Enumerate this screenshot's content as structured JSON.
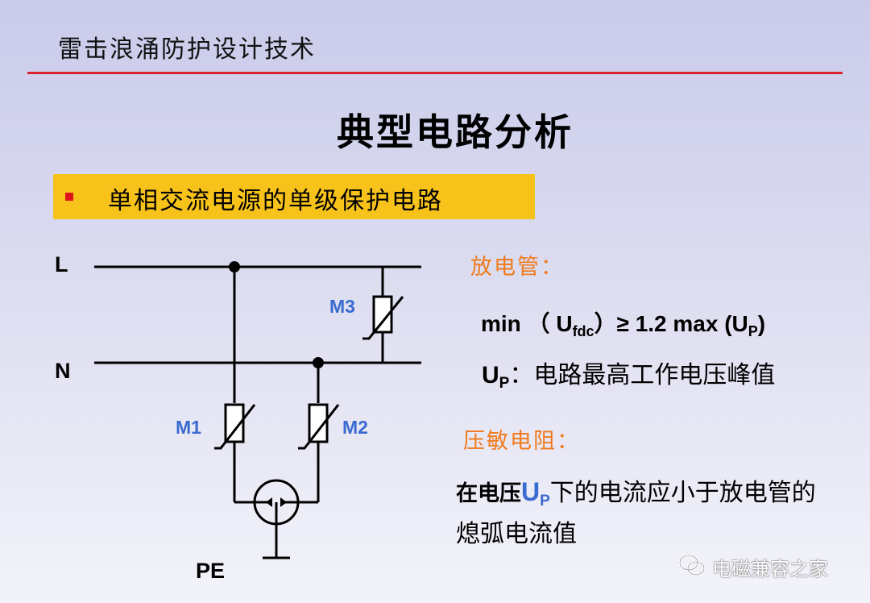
{
  "header": {
    "title": "雷击浪涌防护设计技术"
  },
  "main_title": "典型电路分析",
  "section": {
    "label": "单相交流电源的单级保护电路"
  },
  "circuit": {
    "line_label": "L",
    "neutral_label": "N",
    "pe_label": "PE",
    "m1_label": "M1",
    "m2_label": "M2",
    "m3_label": "M3"
  },
  "gdt": {
    "heading": "放电管：",
    "formula_pre": "min （ U",
    "formula_sub1": "fdc",
    "formula_mid": "）≥ 1.2 max (U",
    "formula_sub2": "P",
    "formula_post": ")",
    "up_main": "U",
    "up_sub": "P",
    "up_desc": "：电路最高工作电压峰值"
  },
  "varistor": {
    "heading": "压敏电阻：",
    "stmt_pre": "在电压",
    "stmt_u": "U",
    "stmt_sub": "P",
    "stmt_post": "下的电流应小于放电管的熄弧电流值"
  },
  "watermark": {
    "text": "电磁兼容之家"
  },
  "colors": {
    "header_rule": "#d8242a",
    "banner": "#f7c21a",
    "bullet": "#e0141b",
    "accent_orange": "#f07a1c",
    "label_blue": "#3a6bd0"
  }
}
